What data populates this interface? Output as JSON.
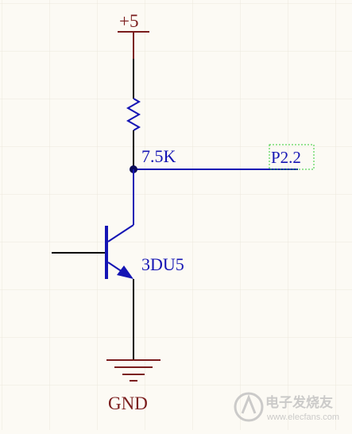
{
  "schematic": {
    "power_label": "+5",
    "resistor_value": "7.5K",
    "net_port_label": "P2.2",
    "transistor_label": "3DU5",
    "ground_label": "GND"
  },
  "watermark": {
    "title": "电子发烧友",
    "url": "www.elecfans.com"
  },
  "colors": {
    "background": "#fcfaf4",
    "grid": "#ece8dc",
    "power_symbol": "#7a1c1c",
    "component": "#1515b4",
    "wire": "#1515b4",
    "pin": "#000000",
    "junction": "#0a0a5a",
    "port_box": "#33cc33",
    "watermark": "#bbbbbb"
  }
}
